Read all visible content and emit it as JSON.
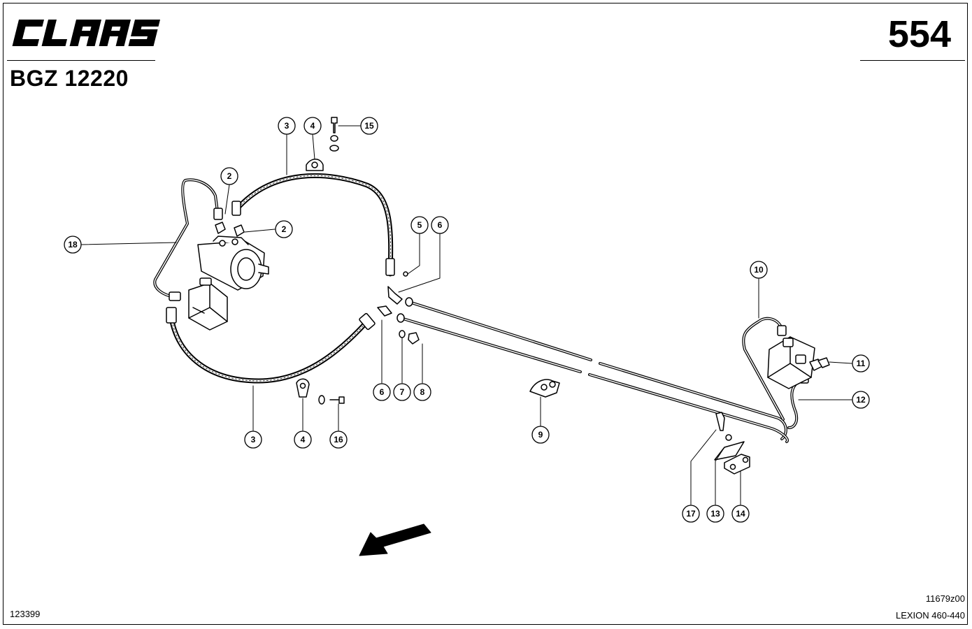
{
  "header": {
    "brand": "CLAAS",
    "doc_code": "BGZ 12220",
    "page_number": "554"
  },
  "footer": {
    "left_code": "123399",
    "drawing_code": "11679z00",
    "model": "LEXION 460-440"
  },
  "callouts": [
    {
      "id": "c3a",
      "label": "3"
    },
    {
      "id": "c4a",
      "label": "4"
    },
    {
      "id": "c15",
      "label": "15"
    },
    {
      "id": "c2a",
      "label": "2"
    },
    {
      "id": "c2b",
      "label": "2"
    },
    {
      "id": "c18",
      "label": "18"
    },
    {
      "id": "c5",
      "label": "5"
    },
    {
      "id": "c6a",
      "label": "6"
    },
    {
      "id": "c6b",
      "label": "6"
    },
    {
      "id": "c7",
      "label": "7"
    },
    {
      "id": "c8",
      "label": "8"
    },
    {
      "id": "c3b",
      "label": "3"
    },
    {
      "id": "c4b",
      "label": "4"
    },
    {
      "id": "c16",
      "label": "16"
    },
    {
      "id": "c9",
      "label": "9"
    },
    {
      "id": "c10",
      "label": "10"
    },
    {
      "id": "c11",
      "label": "11"
    },
    {
      "id": "c12",
      "label": "12"
    },
    {
      "id": "c17",
      "label": "17"
    },
    {
      "id": "c13",
      "label": "13"
    },
    {
      "id": "c14",
      "label": "14"
    }
  ]
}
